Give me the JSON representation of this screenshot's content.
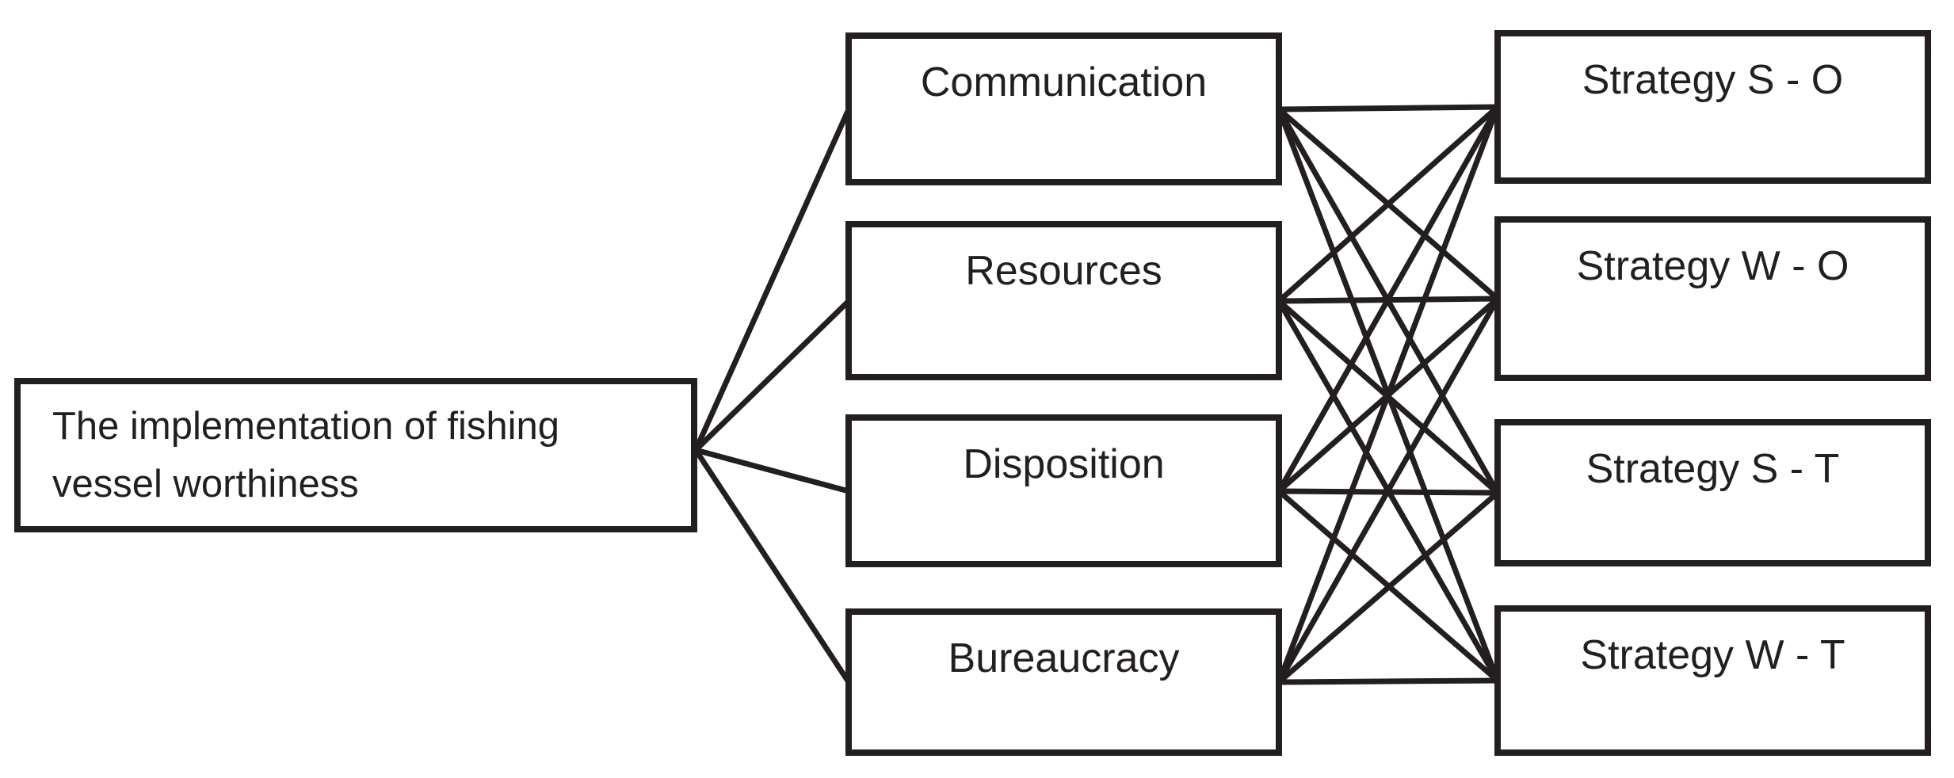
{
  "diagram": {
    "background_color": "#ffffff",
    "line_color": "#231f20",
    "root": {
      "id": "root",
      "label": "The implementation of fishing vessel worthiness"
    },
    "factors": [
      {
        "id": "communication",
        "label": "Communication"
      },
      {
        "id": "resources",
        "label": "Resources"
      },
      {
        "id": "disposition",
        "label": "Disposition"
      },
      {
        "id": "bureaucracy",
        "label": "Bureaucracy"
      }
    ],
    "strategies": [
      {
        "id": "strategy-s-o",
        "label": "Strategy S - O"
      },
      {
        "id": "strategy-w-o",
        "label": "Strategy W - O"
      },
      {
        "id": "strategy-s-t",
        "label": "Strategy S - T"
      },
      {
        "id": "strategy-w-t",
        "label": "Strategy W - T"
      }
    ],
    "edges": {
      "root_to_factors": [
        "communication",
        "resources",
        "disposition",
        "bureaucracy"
      ],
      "factors_to_strategies": [
        [
          "communication",
          "strategy-s-o"
        ],
        [
          "communication",
          "strategy-w-o"
        ],
        [
          "communication",
          "strategy-s-t"
        ],
        [
          "communication",
          "strategy-w-t"
        ],
        [
          "resources",
          "strategy-s-o"
        ],
        [
          "resources",
          "strategy-w-o"
        ],
        [
          "resources",
          "strategy-s-t"
        ],
        [
          "resources",
          "strategy-w-t"
        ],
        [
          "disposition",
          "strategy-s-o"
        ],
        [
          "disposition",
          "strategy-w-o"
        ],
        [
          "disposition",
          "strategy-s-t"
        ],
        [
          "disposition",
          "strategy-w-t"
        ],
        [
          "bureaucracy",
          "strategy-s-o"
        ],
        [
          "bureaucracy",
          "strategy-w-o"
        ],
        [
          "bureaucracy",
          "strategy-s-t"
        ],
        [
          "bureaucracy",
          "strategy-w-t"
        ]
      ]
    }
  }
}
